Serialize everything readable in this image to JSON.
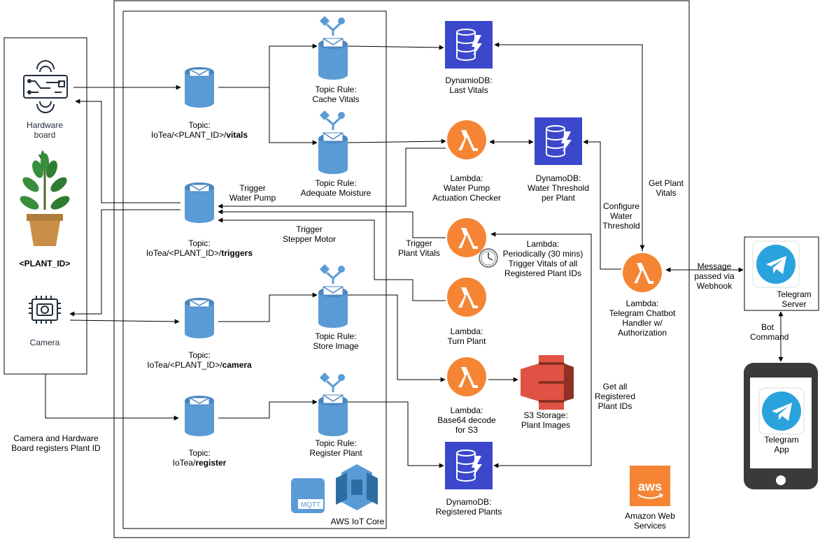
{
  "devices": {
    "hardware_board": "Hardware\nboard",
    "plant_id": "<PLANT_ID>",
    "camera": "Camera",
    "register_note": "Camera and Hardware\nBoard registers Plant ID"
  },
  "topics": {
    "vitals": {
      "prefix": "Topic:\nIoTea/<PLANT_ID>/",
      "suffix": "vitals"
    },
    "triggers": {
      "prefix": "Topic:\nIoTea/<PLANT_ID>/",
      "suffix": "triggers"
    },
    "camera": {
      "prefix": "Topic:\nIoTea/<PLANT_ID>/",
      "suffix": "camera"
    },
    "register": {
      "prefix": "Topic:\nIoTea/",
      "suffix": "register"
    }
  },
  "rules": {
    "cache_vitals": "Topic Rule:\nCache Vitals",
    "adequate_moisture": "Topic Rule:\nAdequate Moisture",
    "store_image": "Topic Rule:\nStore Image",
    "register_plant": "Topic Rule:\nRegister Plant"
  },
  "services": {
    "last_vitals": "DynamioDB:\nLast Vitals",
    "water_pump_checker": "Lambda:\nWater Pump\nActuation Checker",
    "water_threshold": "DynamoDB:\nWater Threshold\nper Plant",
    "periodic": "Lambda:\nPeriodically (30 mins)\nTrigger Vitals of all\nRegistered Plant IDs",
    "turn_plant": "Lambda:\nTurn Plant",
    "base64": "Lambda:\nBase64 decode\nfor S3",
    "s3": "S3 Storage:\nPlant Images",
    "registered_plants": "DynamoDB:\nRegistered Plants",
    "chatbot": "Lambda:\nTelegram Chatbot\nHandler w/\nAuthorization",
    "telegram_server": "Telegram\nServer",
    "telegram_app": "Telegram\nApp",
    "aws_iot_core": "AWS IoT Core",
    "aws_logo": "aws",
    "amazon_web_services": "Amazon Web\nServices",
    "mqtt": "MQTT"
  },
  "edges": {
    "trigger_water_pump": "Trigger\nWater Pump",
    "trigger_stepper_motor": "Trigger\nStepper Motor",
    "trigger_plant_vitals": "Trigger\nPlant Vitals",
    "get_plant_vitals": "Get Plant\nVitals",
    "configure_water_threshold": "Configure\nWater\nThreshold",
    "get_all_registered": "Get all\nRegistered\nPlant IDs",
    "message_webhook": "Message\npassed via\nWebhook",
    "bot_command": "Bot\nCommand"
  },
  "colors": {
    "lambda": "#f58534",
    "dynamodb": "#3b48cc",
    "iot": "#5a9bd5",
    "s3": "#e05243",
    "telegram": "#2aa3dd",
    "aws": "#f58534",
    "board": "#232f3e"
  }
}
